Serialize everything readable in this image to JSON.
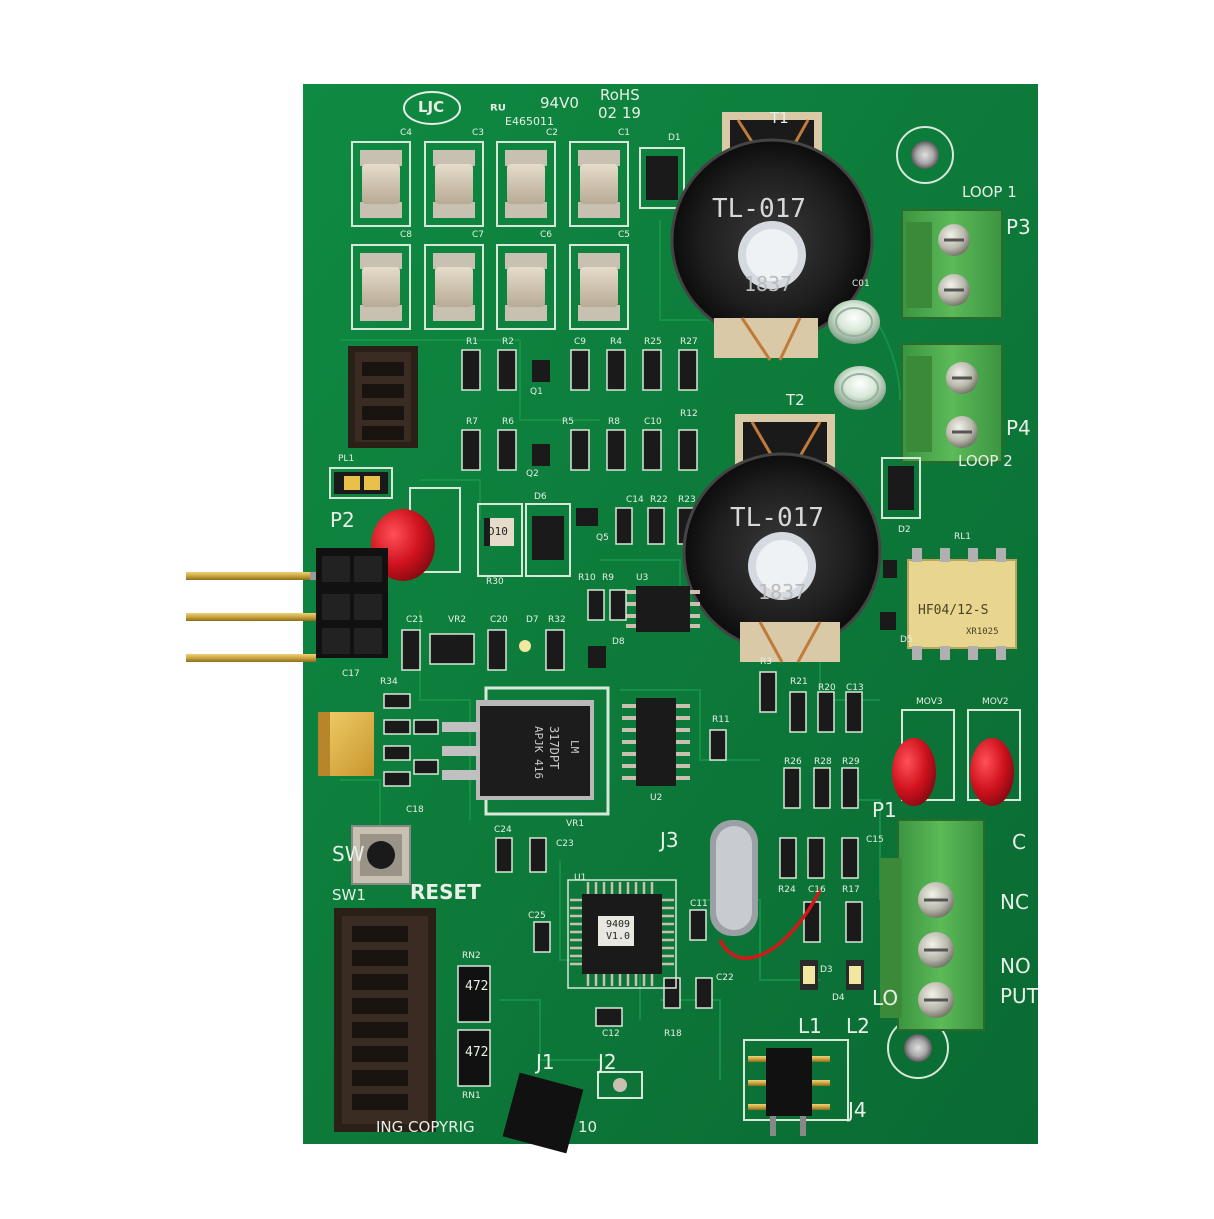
{
  "board": {
    "logo": "LJC",
    "rating": "94V0",
    "cert_number": "E465011",
    "rohs": "RoHS",
    "date_code": "02 19",
    "copyright": "ING  COPYRIG",
    "copyright_tail": "10"
  },
  "connectors": {
    "p1": "P1",
    "p2": "P2",
    "p3": "P3",
    "p4": "P4",
    "loop1": "LOOP 1",
    "loop2": "LOOP 2",
    "c": "C",
    "nc": "NC",
    "no": "NO",
    "put": "PUT",
    "lo": "LO",
    "j1": "J1",
    "j2": "J2",
    "j3": "J3",
    "j4": "J4",
    "l1": "L1",
    "l2": "L2",
    "reset": "RESET",
    "sw1": "SW1",
    "sw": "SW"
  },
  "transformers": {
    "t1": "T1",
    "t2": "T2",
    "t1_mark": "TL-017",
    "t2_mark": "TL-017",
    "t1_code": "1837",
    "t2_code": "1837"
  },
  "relay": {
    "ref": "RL1",
    "model": "HF04/12-S",
    "code": "XR1025"
  },
  "chips": {
    "u1_mark": "9409",
    "u1_ver": "V1.0",
    "rn_value": "472",
    "rn2": "RN2",
    "rn1": "RN1",
    "vr1_mark_1": "LM",
    "vr1_mark_2": "317DPT",
    "vr1_mark_3": "APJK 416",
    "d10": "D10",
    "mov1": "MOV3",
    "mov2": "MOV2"
  },
  "refs": {
    "c4": "C4",
    "c3": "C3",
    "c2": "C2",
    "c1": "C1",
    "d1": "D1",
    "c8": "C8",
    "c7": "C7",
    "c6": "C6",
    "c5": "C5",
    "r1": "R1",
    "r2": "R2",
    "c9": "C9",
    "r4": "R4",
    "r25": "R25",
    "r27": "R27",
    "r7": "R7",
    "r6": "R6",
    "r5": "R5",
    "r8": "R8",
    "c10": "C10",
    "r12": "R12",
    "q1": "Q1",
    "q2": "Q2",
    "q5": "Q5",
    "c14": "C14",
    "r22": "R22",
    "r23": "R23",
    "r30": "R30",
    "d6": "D6",
    "c21": "C21",
    "vr2": "VR2",
    "c20": "C20",
    "d7": "D7",
    "r32": "R32",
    "r10": "R10",
    "r9": "R9",
    "u3": "U3",
    "c17": "C17",
    "r34": "R34",
    "c18": "C18",
    "r11": "R11",
    "u2": "U2",
    "vr1": "VR1",
    "r21": "R21",
    "r20": "R20",
    "c13": "C13",
    "r3": "R3",
    "r26": "R26",
    "r28": "R28",
    "r29": "R29",
    "c24": "C24",
    "c23": "C23",
    "c25": "C25",
    "u1": "U1",
    "c11": "C11",
    "c22": "C22",
    "c12": "C12",
    "r18": "R18",
    "r24": "R24",
    "c16": "C16",
    "r17": "R17",
    "c15": "C15",
    "d3": "D3",
    "d4": "D4",
    "d2": "D2",
    "d5": "D5",
    "pl1": "PL1",
    "c01": "C01",
    "d8": "D8"
  },
  "colors": {
    "pcb": "#0d7a3a",
    "pcb_dark": "#0a6530",
    "trace": "#18954a",
    "silkscreen": "#e8efe6",
    "terminal_block": "#4aa84a",
    "pad_metal": "#c8c0b0",
    "ic_black": "#1a1a1a",
    "varistor_red": "#d0121e",
    "relay_yellow": "#e8d690",
    "gold_pin": "#c9a53e",
    "tantalum": "#e2b64a"
  },
  "icons": [
    "mounting-hole-icon",
    "screw-terminal-icon",
    "led-icon",
    "header-pin-icon"
  ]
}
